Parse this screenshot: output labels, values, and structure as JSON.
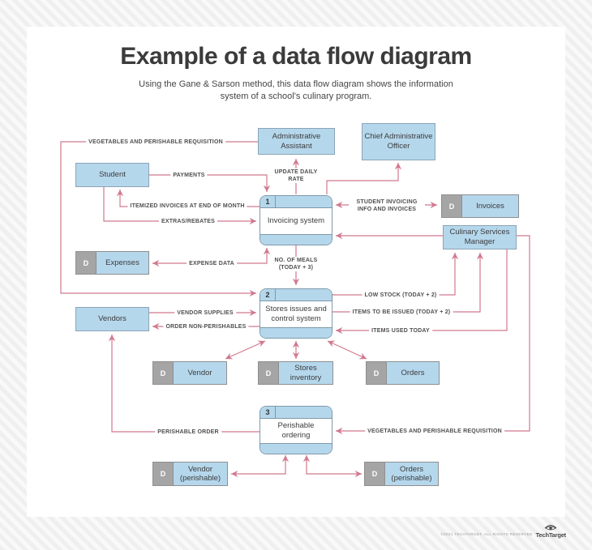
{
  "page": {
    "title": "Example of a data flow diagram",
    "subtitle": "Using the Gane & Sarson method, this data flow diagram shows the information system of a school's culinary program.",
    "method": "Gane & Sarson",
    "footer_copyright": "©2021 TECHTARGET, ALL RIGHTS RESERVED",
    "footer_brand": "TechTarget"
  },
  "colors": {
    "box_blue": "#b5d7ec",
    "store_gray": "#a5a5a5",
    "arrow_pink": "#d1798e",
    "process_border": "#7f99aa",
    "text_dark": "#3c3c3c",
    "label_gray": "#4f4f4f"
  },
  "entities": {
    "administrative_assistant": {
      "label": "Administrative Assistant"
    },
    "chief_administrative_officer": {
      "label": "Chief Administrative Officer"
    },
    "student": {
      "label": "Student"
    },
    "culinary_services_manager": {
      "label": "Culinary Services Manager"
    },
    "vendors": {
      "label": "Vendors"
    }
  },
  "processes": {
    "invoicing_system": {
      "number": "1",
      "label": "Invoicing system"
    },
    "stores_issues": {
      "number": "2",
      "label": "Stores issues and control system"
    },
    "perishable_ordering": {
      "number": "3",
      "label": "Perishable ordering"
    }
  },
  "data_stores": {
    "invoices": {
      "prefix": "D",
      "label": "Invoices"
    },
    "expenses": {
      "prefix": "D",
      "label": "Expenses"
    },
    "vendor": {
      "prefix": "D",
      "label": "Vendor"
    },
    "stores_inventory": {
      "prefix": "D",
      "label": "Stores inventory"
    },
    "orders": {
      "prefix": "D",
      "label": "Orders"
    },
    "vendor_perishable": {
      "prefix": "D",
      "label": "Vendor (perishable)"
    },
    "orders_perishable": {
      "prefix": "D",
      "label": "Orders (perishable)"
    }
  },
  "flows": {
    "veg_requisition_top": {
      "label": "VEGETABLES AND PERISHABLE REQUISITION",
      "from": "administrative_assistant",
      "to": "stores_issues",
      "bidirectional": false
    },
    "payments": {
      "label": "PAYMENTS",
      "from": "student",
      "to": "invoicing_system",
      "bidirectional": false
    },
    "itemized_invoices": {
      "label": "ITEMIZED INVOICES AT END OF MONTH",
      "from": "invoicing_system",
      "to": "student",
      "bidirectional": false
    },
    "extras_rebates": {
      "label": "EXTRAS/REBATES",
      "from": "student",
      "to": "invoicing_system",
      "bidirectional": false
    },
    "update_daily_rate": {
      "label": "UPDATE DAILY RATE",
      "from": "invoicing_system",
      "to": "administrative_assistant",
      "bidirectional": false
    },
    "to_chief_admin": {
      "label": "",
      "from": "invoicing_system",
      "to": "chief_administrative_officer",
      "bidirectional": false
    },
    "student_invoicing_info": {
      "label": "STUDENT INVOICING INFO AND INVOICES",
      "from": "invoicing_system",
      "to": "invoices",
      "bidirectional": true
    },
    "csm_to_invoicing": {
      "label": "",
      "from": "culinary_services_manager",
      "to": "invoicing_system",
      "bidirectional": false
    },
    "expense_data": {
      "label": "EXPENSE DATA",
      "from": "invoicing_system",
      "to": "expenses",
      "bidirectional": true
    },
    "no_of_meals": {
      "label": "NO. OF MEALS (TODAY + 3)",
      "from": "invoicing_system",
      "to": "stores_issues",
      "bidirectional": false
    },
    "low_stock": {
      "label": "LOW STOCK (TODAY + 2)",
      "from": "stores_issues",
      "to": "culinary_services_manager",
      "bidirectional": false
    },
    "items_to_be_issued": {
      "label": "ITEMS TO BE ISSUED (TODAY + 2)",
      "from": "stores_issues",
      "to": "culinary_services_manager",
      "bidirectional": false
    },
    "items_used_today": {
      "label": "ITEMS USED TODAY",
      "from": "culinary_services_manager",
      "to": "stores_issues",
      "bidirectional": false
    },
    "vendor_supplies": {
      "label": "VENDOR SUPPLIES",
      "from": "vendors",
      "to": "stores_issues",
      "bidirectional": false
    },
    "order_non_perishables": {
      "label": "ORDER NON-PERISHABLES",
      "from": "stores_issues",
      "to": "vendors",
      "bidirectional": false
    },
    "stores_vendor_link": {
      "label": "",
      "from": "stores_issues",
      "to": "vendor",
      "bidirectional": true
    },
    "stores_inventory_link": {
      "label": "",
      "from": "stores_issues",
      "to": "stores_inventory",
      "bidirectional": true
    },
    "stores_orders_link": {
      "label": "",
      "from": "stores_issues",
      "to": "orders",
      "bidirectional": true
    },
    "perishable_order": {
      "label": "PERISHABLE ORDER",
      "from": "perishable_ordering",
      "to": "vendors",
      "bidirectional": false
    },
    "veg_requisition_bottom": {
      "label": "VEGETABLES AND PERISHABLE REQUISITION",
      "from": "culinary_services_manager",
      "to": "perishable_ordering",
      "bidirectional": false
    },
    "vendor_perishable_link": {
      "label": "",
      "from": "perishable_ordering",
      "to": "vendor_perishable",
      "bidirectional": true
    },
    "orders_perishable_link": {
      "label": "",
      "from": "perishable_ordering",
      "to": "orders_perishable",
      "bidirectional": true
    }
  }
}
